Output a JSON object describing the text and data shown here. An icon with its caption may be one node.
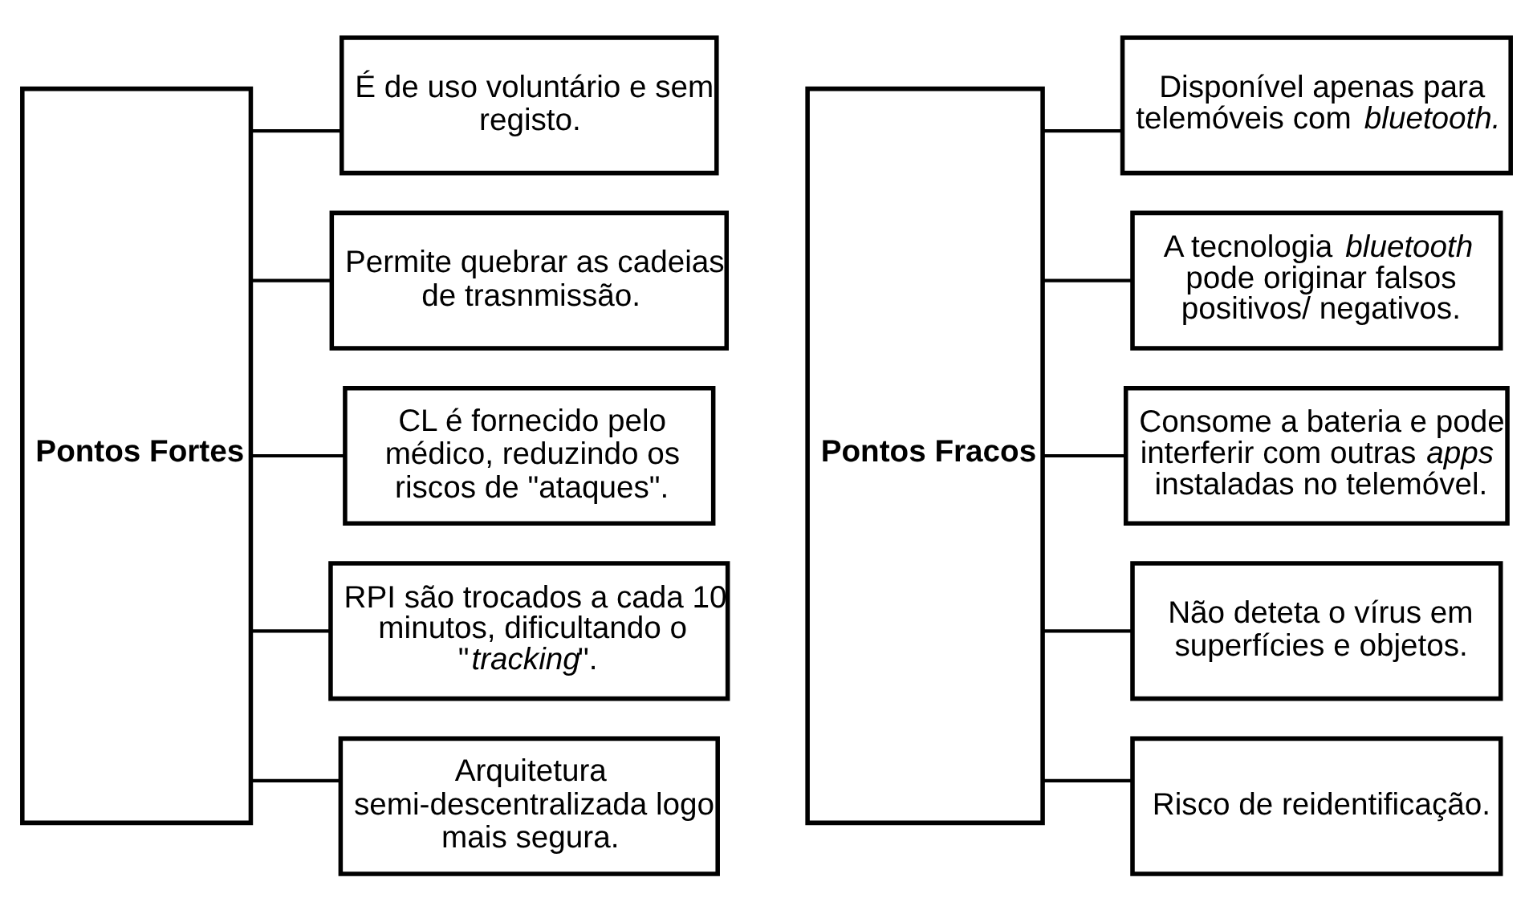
{
  "diagram": {
    "nodes": [
      {
        "text": [
          "Pontos Fortes"
        ]
      },
      {
        "text": [
          "É de uso voluntário e sem registo."
        ]
      },
      {
        "text": [
          "Permite quebrar as cadeias de trasnmissão."
        ]
      },
      {
        "text": [
          "CL é fornecido pelo médico, reduzindo os riscos de \"ataques\"."
        ]
      },
      {
        "text": [
          "RPI são trocados a cada 10 minutos, dificultando o \"*tracking*\"."
        ]
      },
      {
        "text": [
          "Arquitetura semi-descentralizada logo mais segura."
        ]
      },
      {
        "text": [
          "Pontos Fracos"
        ]
      },
      {
        "text": [
          "Disponível apenas para telemóveis com *bluetooth.*"
        ]
      },
      {
        "text": [
          "A tecnologia *bluetooth* pode originar falsos positivos/ negativos."
        ]
      },
      {
        "text": [
          "Consome a bateria e pode interferir com outras *apps* instaladas no telemóvel."
        ]
      },
      {
        "text": [
          "Não deteta o vírus em superfícies e objetos."
        ]
      },
      {
        "text": [
          "Risco de reidentificação."
        ]
      }
    ],
    "edges": [
      {
        "from": 0,
        "to": 1,
        "arrow": "none"
      },
      {
        "from": 0,
        "to": 2,
        "arrow": "none"
      },
      {
        "from": 0,
        "to": 3,
        "arrow": "none"
      },
      {
        "from": 0,
        "to": 4,
        "arrow": "none"
      },
      {
        "from": 0,
        "to": 5,
        "arrow": "none"
      },
      {
        "from": 6,
        "to": 7,
        "arrow": "none"
      },
      {
        "from": 6,
        "to": 8,
        "arrow": "none"
      },
      {
        "from": 6,
        "to": 9,
        "arrow": "none"
      },
      {
        "from": 6,
        "to": 10,
        "arrow": "none"
      },
      {
        "from": 6,
        "to": 11,
        "arrow": "none"
      }
    ]
  }
}
